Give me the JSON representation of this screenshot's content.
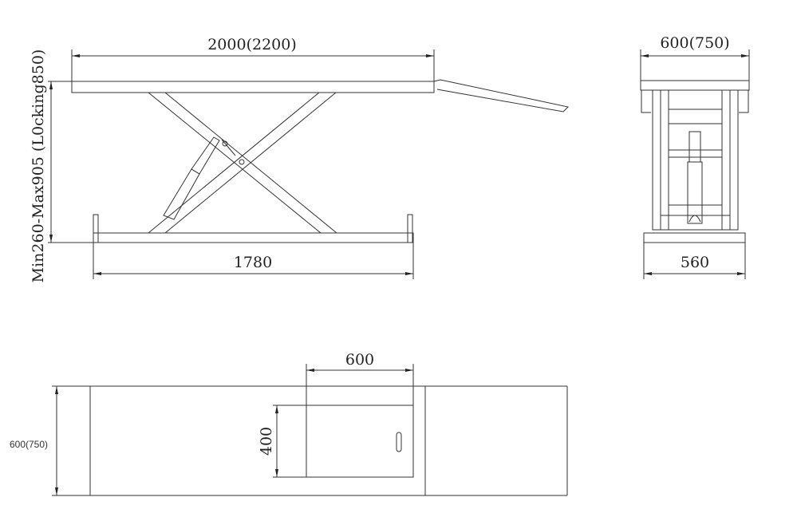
{
  "side_view": {
    "length_label": "2000(2200)",
    "height_label": "Min260-Max905 (L0cking850)",
    "base_label": "1780"
  },
  "end_view": {
    "width_label": "600(750)",
    "base_label": "560"
  },
  "top_view": {
    "width_label": "600(750)",
    "panel_width_label": "600",
    "panel_height_label": "400"
  },
  "colors": {
    "line": "#333333",
    "background": "#ffffff"
  }
}
